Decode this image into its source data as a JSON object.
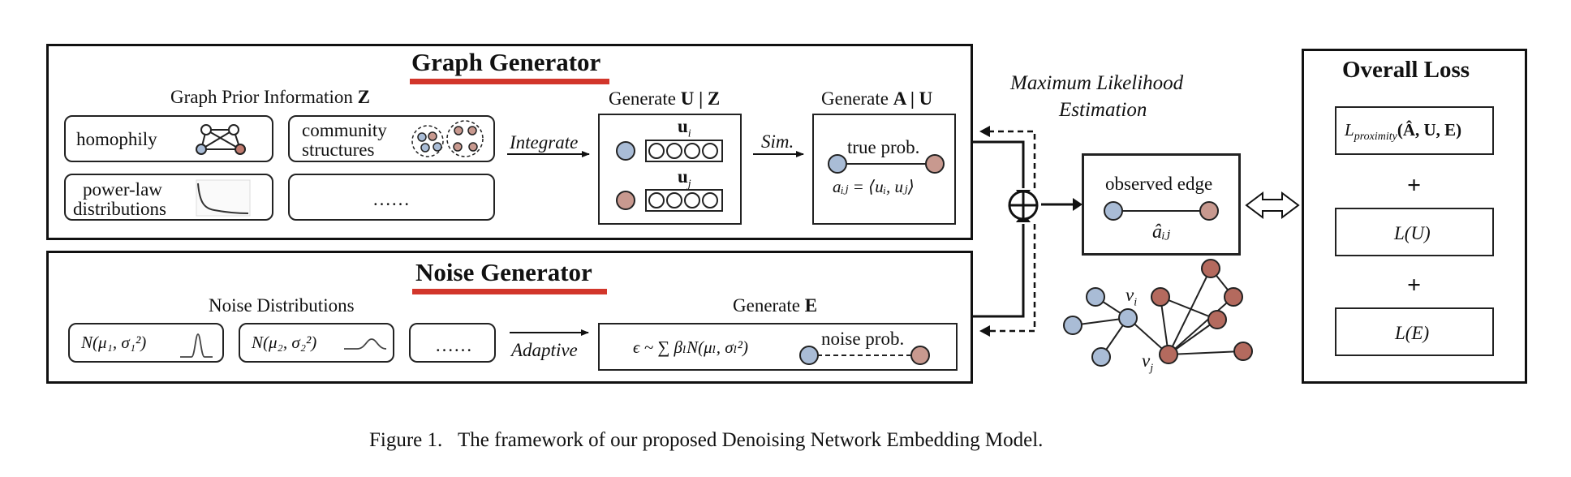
{
  "graph_generator": {
    "title": "Graph Generator",
    "prior_label": "Graph Prior Information ",
    "prior_symbol": "Z",
    "priors": [
      "homophily",
      "community",
      "structures",
      "power-law",
      "distributions",
      "……"
    ],
    "integrate_label": "Integrate",
    "generate_u_label": "Generate ",
    "generate_u_symbol": "U | Z",
    "ui_label": "u",
    "ui_sub": "i",
    "uj_label": "u",
    "uj_sub": "j",
    "sim_label": "Sim.",
    "generate_a_label": "Generate ",
    "generate_a_symbol": "A | U",
    "true_prob_label": "true prob.",
    "aij_formula": "aᵢⱼ = ⟨uᵢ, uⱼ⟩"
  },
  "noise_generator": {
    "title": "Noise Generator",
    "distributions_label": "Noise Distributions",
    "dist_1": "N(μ₁, σ₁²)",
    "dist_2": "N(μ₂, σ₂²)",
    "dist_more": "……",
    "adaptive_label": "Adaptive",
    "generate_e_label": "Generate ",
    "generate_e_symbol": "E",
    "eps_formula": "ϵ ~ ∑ βₗN(μₗ, σₗ²)",
    "noise_prob_label": "noise prob."
  },
  "mle": {
    "line1": "Maximum Likelihood",
    "line2": "Estimation",
    "plus_symbol": "⊕"
  },
  "observed": {
    "label": "observed edge",
    "a_hat": "âᵢⱼ"
  },
  "graph_example": {
    "vi": "v",
    "vi_sub": "i",
    "vj": "v",
    "vj_sub": "j"
  },
  "overall_loss": {
    "title": "Overall Loss",
    "term_1": "L",
    "term_1_sub": "proximity",
    "term_1_args": "(Â, U, E)",
    "plus_1": "+",
    "term_2": "L(U)",
    "plus_2": "+",
    "term_3": "L(E)"
  },
  "caption": {
    "label": "Figure 1.",
    "text": "The framework of our proposed Denoising Network Embedding Model."
  },
  "colors": {
    "blue_node": "#a9bcd6",
    "red_node": "#c8998f",
    "dark_red_node": "#b46a5e",
    "title_underline": "#d2362b"
  }
}
